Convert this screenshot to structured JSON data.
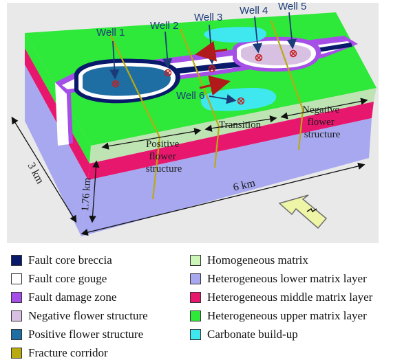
{
  "wells": [
    {
      "label": "Well 1"
    },
    {
      "label": "Well 2"
    },
    {
      "label": "Well 3"
    },
    {
      "label": "Well 4"
    },
    {
      "label": "Well 5"
    },
    {
      "label": "Well 6"
    }
  ],
  "zones": {
    "positive": "Positive flower structure",
    "transition": "Transition",
    "negative": "Negative flower structure"
  },
  "dimensions": {
    "width": "3 km",
    "length": "6 km",
    "depth": "1.76 km"
  },
  "legend": [
    {
      "label": "Fault core breccia",
      "color": "#0a1a6b"
    },
    {
      "label": "Homogeneous matrix",
      "color": "#ccf5b8"
    },
    {
      "label": "Fault core gouge",
      "color": "#ffffff"
    },
    {
      "label": "Heterogeneous lower matrix layer",
      "color": "#a8a8f0"
    },
    {
      "label": "Fault damage zone",
      "color": "#a64fe6"
    },
    {
      "label": "Heterogeneous middle matrix layer",
      "color": "#e8176e"
    },
    {
      "label": "Negative flower structure",
      "color": "#d8c0e2"
    },
    {
      "label": "Heterogeneous upper matrix layer",
      "color": "#2ee83a"
    },
    {
      "label": "Positive flower structure",
      "color": "#1f6ea3"
    },
    {
      "label": "Carbonate build-up",
      "color": "#3ee8ee"
    },
    {
      "label": "Fracture corridor",
      "color": "#b8aa10"
    }
  ]
}
